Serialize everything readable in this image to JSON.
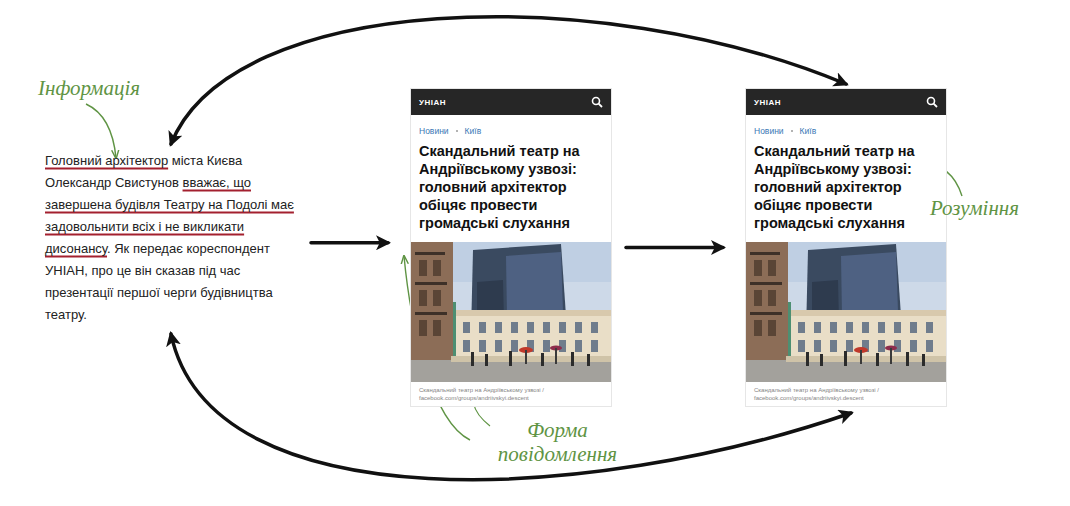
{
  "diagram": {
    "nodes": [
      {
        "text": [
          "Головний архітектор міста Києва Олександр Свистунов вважає, що завершена будівля Театру на Подолі має задовольнити всіх і не викликати дисонансу. Як передає кореспондент УНІАН, про це він сказав під час презентації першої черги будівництва театру."
        ]
      },
      {
        "text": [
          "УНІАН",
          "Новини",
          "Київ",
          "Скандальний театр на Андріївському узвозі: головний архітектор обіцяє провести громадські слухання",
          "Скандальний театр на Андріївському узвозі / facebook.com/groups/andriivskyi.descent"
        ]
      },
      {
        "text": [
          "УНІАН",
          "Новини",
          "Київ",
          "Скандальний театр на Андріївському узвозі: головний архітектор обіцяє провести громадські слухання",
          "Скандальний театр на Андріївському узвозі / facebook.com/groups/andriivskyi.descent"
        ]
      }
    ],
    "edges": [
      {
        "from": 0,
        "to": 1,
        "arrow": "to"
      },
      {
        "from": 1,
        "to": 2,
        "arrow": "to"
      },
      {
        "from": 0,
        "to": 2,
        "arrow": "both"
      },
      {
        "from": 0,
        "to": 2,
        "arrow": "both"
      }
    ],
    "labels": [
      "Інформація",
      "Розуміння",
      "Форма повідомлення"
    ]
  }
}
